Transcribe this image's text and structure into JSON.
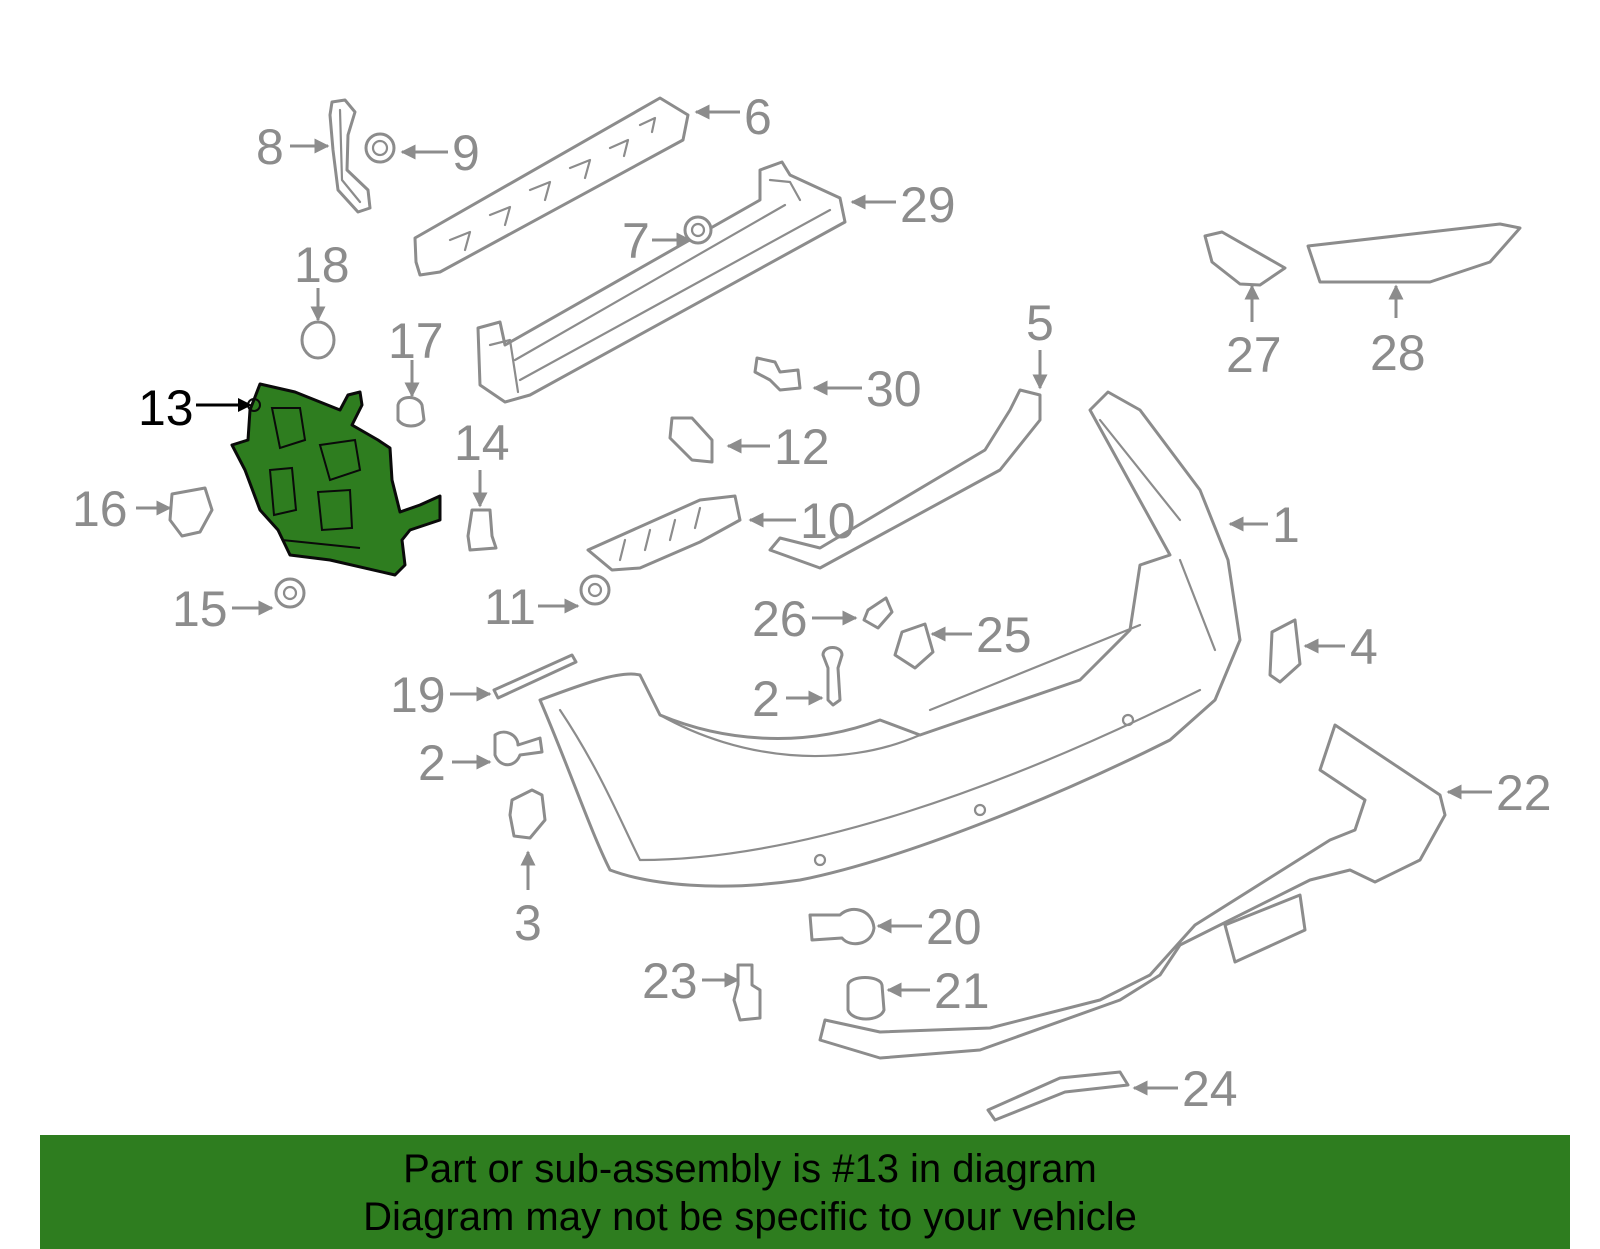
{
  "diagram": {
    "highlight_color": "#2e7d1f",
    "callouts": [
      {
        "label": "1",
        "active": false
      },
      {
        "label": "2",
        "active": false
      },
      {
        "label": "2",
        "active": false
      },
      {
        "label": "3",
        "active": false
      },
      {
        "label": "4",
        "active": false
      },
      {
        "label": "5",
        "active": false
      },
      {
        "label": "6",
        "active": false
      },
      {
        "label": "7",
        "active": false
      },
      {
        "label": "8",
        "active": false
      },
      {
        "label": "9",
        "active": false
      },
      {
        "label": "10",
        "active": false
      },
      {
        "label": "11",
        "active": false
      },
      {
        "label": "12",
        "active": false
      },
      {
        "label": "13",
        "active": true
      },
      {
        "label": "14",
        "active": false
      },
      {
        "label": "15",
        "active": false
      },
      {
        "label": "16",
        "active": false
      },
      {
        "label": "17",
        "active": false
      },
      {
        "label": "18",
        "active": false
      },
      {
        "label": "19",
        "active": false
      },
      {
        "label": "20",
        "active": false
      },
      {
        "label": "21",
        "active": false
      },
      {
        "label": "22",
        "active": false
      },
      {
        "label": "23",
        "active": false
      },
      {
        "label": "24",
        "active": false
      },
      {
        "label": "25",
        "active": false
      },
      {
        "label": "26",
        "active": false
      },
      {
        "label": "27",
        "active": false
      },
      {
        "label": "28",
        "active": false
      },
      {
        "label": "29",
        "active": false
      },
      {
        "label": "30",
        "active": false
      }
    ]
  },
  "banner": {
    "line1": "Part or sub-assembly is #13 in diagram",
    "line2": "Diagram may not be specific to your vehicle"
  }
}
